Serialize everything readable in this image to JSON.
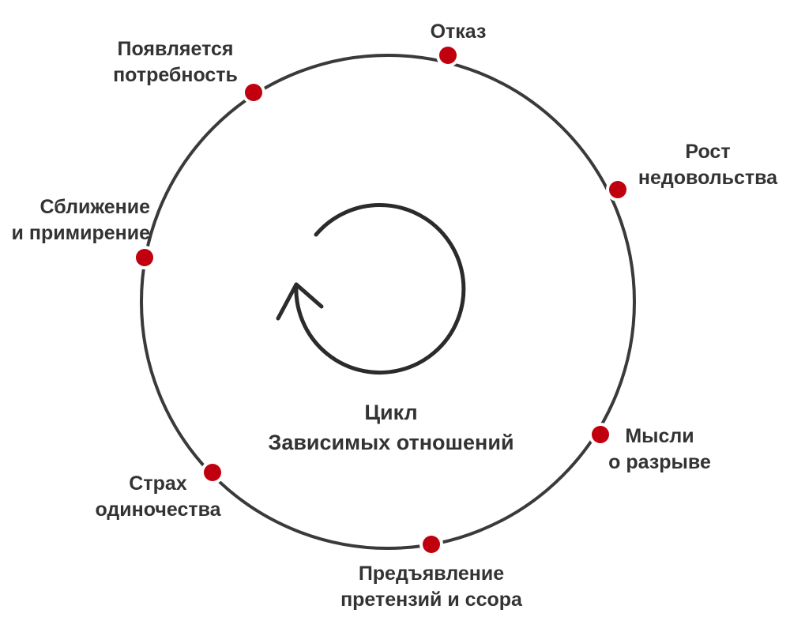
{
  "diagram": {
    "center_title": {
      "line1": "Цикл",
      "line2": "Зависимых отношений"
    },
    "colors": {
      "ring": "#3a3a3a",
      "node": "#c0000e",
      "text": "#333333",
      "arrow": "#2b2b2b"
    },
    "stages": [
      {
        "id": "otkaz",
        "lines": [
          "Отказ"
        ]
      },
      {
        "id": "rost",
        "lines": [
          "Рост",
          "недовольства"
        ]
      },
      {
        "id": "mysli",
        "lines": [
          "Мысли",
          "о разрыве"
        ]
      },
      {
        "id": "ssora",
        "lines": [
          "Предъявление",
          "претензий и ссора"
        ]
      },
      {
        "id": "strakh",
        "lines": [
          "Страх",
          "одиночества"
        ]
      },
      {
        "id": "sblizhenie",
        "lines": [
          "Сближение",
          "и примирение"
        ]
      },
      {
        "id": "potrebnost",
        "lines": [
          "Появляется",
          "потребность"
        ]
      }
    ]
  }
}
